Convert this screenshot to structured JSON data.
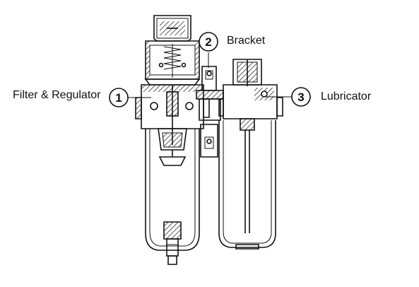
{
  "callouts": [
    {
      "number": "1",
      "label": "Filter & Regulator"
    },
    {
      "number": "2",
      "label": "Bracket"
    },
    {
      "number": "3",
      "label": "Lubricator"
    }
  ],
  "colors": {
    "line": "#111111",
    "hatch": "#333333",
    "background": "#ffffff"
  }
}
